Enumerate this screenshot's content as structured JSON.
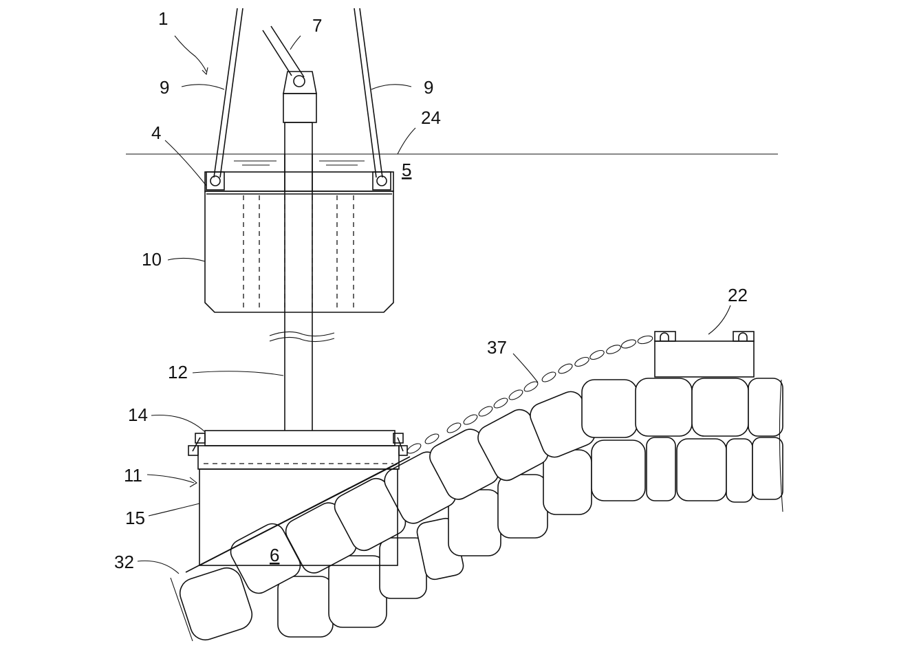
{
  "labels": {
    "l1": "1",
    "l4": "4",
    "l5": "5",
    "l6": "6",
    "l7": "7",
    "l9a": "9",
    "l9b": "9",
    "l10": "10",
    "l11": "11",
    "l12": "12",
    "l14": "14",
    "l15": "15",
    "l22": "22",
    "l24": "24",
    "l32": "32",
    "l37": "37"
  }
}
